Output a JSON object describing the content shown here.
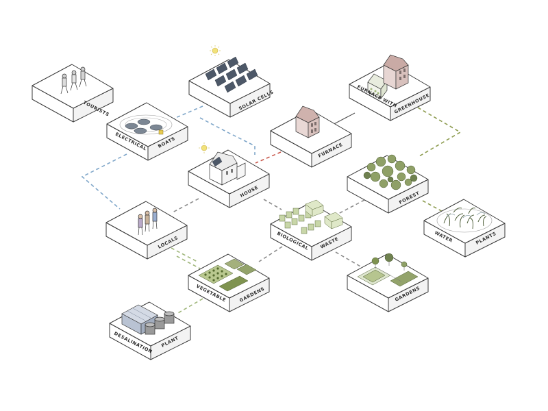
{
  "colors": {
    "blue": "#7fa6c9",
    "grey": "#8c8c8c",
    "red": "#c8574b",
    "green": "#8c9b4e",
    "green_light": "#9fb67a"
  },
  "nodes": {
    "tourists": {
      "label": "TOURISTS"
    },
    "solar": {
      "label": "SOLAR CELLS"
    },
    "furnace_gh": {
      "label1": "FURNACE WITH",
      "label2": "GREENHOUSE"
    },
    "boats": {
      "label1": "ELECTRICAL",
      "label2": "BOATS"
    },
    "furnace": {
      "label": "FURNACE"
    },
    "house": {
      "label": "HOUSE"
    },
    "forest": {
      "label": "FOREST"
    },
    "locals": {
      "label": "LOCALS"
    },
    "bio": {
      "label1": "BIOLOGICAL",
      "label2": "WASTE"
    },
    "water": {
      "label1": "WATER",
      "label2": "PLANTS"
    },
    "veg": {
      "label1": "VEGETABLE",
      "label2": "GARDENS"
    },
    "gardens": {
      "label": "GARDENS"
    },
    "desal": {
      "label1": "DESALINATION",
      "label2": "PLANT"
    }
  }
}
